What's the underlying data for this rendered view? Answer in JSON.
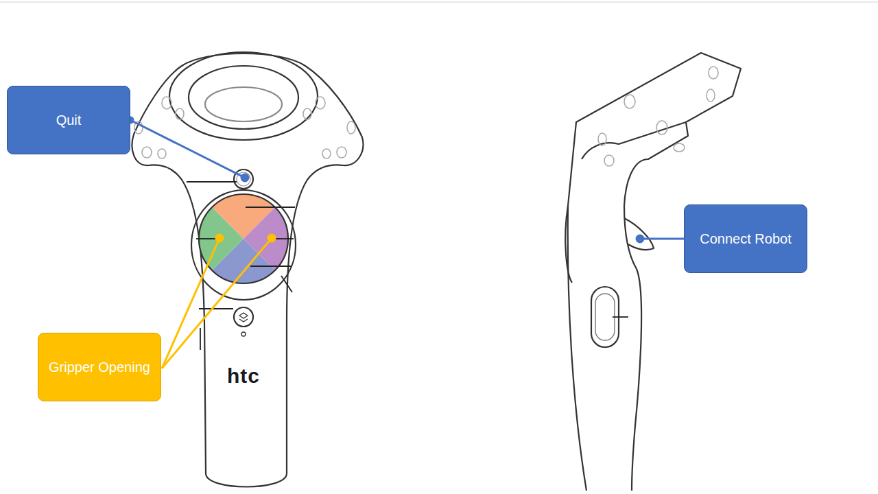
{
  "diagram": {
    "nodes": [
      {
        "text": [
          "Quit"
        ]
      },
      {
        "text": [
          "Connect Robot"
        ]
      },
      {
        "text": [
          "Gripper Opening"
        ]
      }
    ],
    "labels": [
      "htc"
    ]
  }
}
